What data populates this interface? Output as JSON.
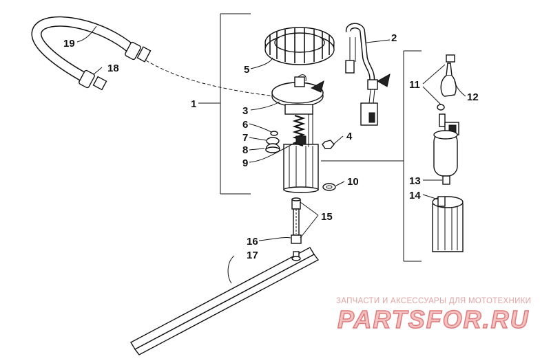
{
  "callouts": {
    "c1": "1",
    "c2": "2",
    "c3": "3",
    "c4": "4",
    "c5": "5",
    "c6": "6",
    "c7": "7",
    "c8": "8",
    "c9": "9",
    "c10": "10",
    "c11": "11",
    "c12": "12",
    "c13": "13",
    "c14": "14",
    "c15": "15",
    "c16": "16",
    "c17": "17",
    "c18": "18",
    "c19": "19"
  },
  "watermark": {
    "tagline": "ЗАПЧАСТИ И АКСЕССУАРЫ ДЛЯ МОТОТЕХНИКИ",
    "logo": "PARTSFOR.RU"
  }
}
